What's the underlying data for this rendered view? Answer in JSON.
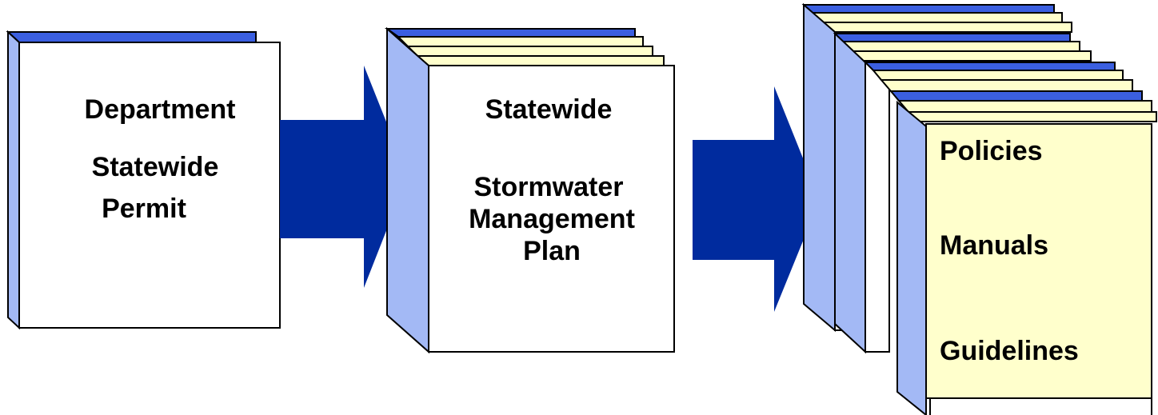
{
  "colors": {
    "spine": "#a3b9f5",
    "page_blue": "#3b5fe0",
    "page_yellow": "#ffffcc",
    "arrow": "#002b9e",
    "cover_white": "#ffffff",
    "cover_yellow": "#ffffcc",
    "outline": "#000000"
  },
  "book1": {
    "line1": "Department",
    "line2": "Statewide",
    "line3": "Permit"
  },
  "book2": {
    "line1": "Statewide",
    "line2": "Stormwater",
    "line3": "Management",
    "line4": "Plan"
  },
  "book3": {
    "item1": "Policies",
    "item2": "Manuals",
    "item3": "Guidelines"
  }
}
